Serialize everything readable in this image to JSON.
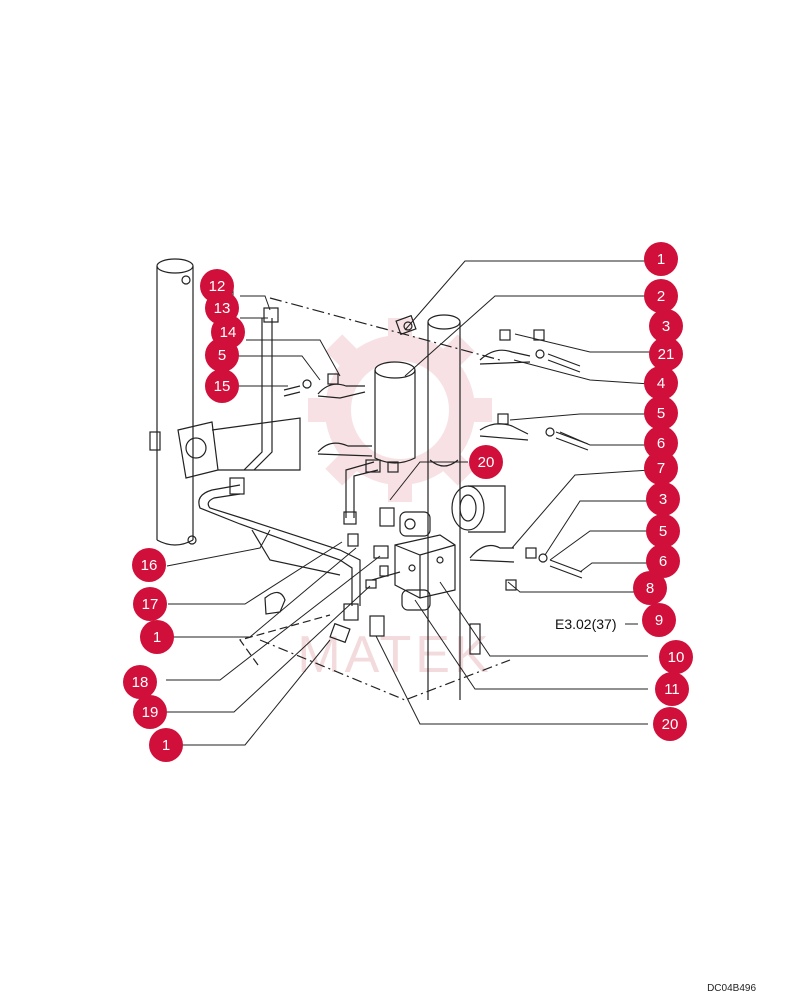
{
  "colors": {
    "callout_fill": "#d0103a",
    "callout_text": "#ffffff",
    "line": "#222222",
    "watermark": "#f2c9cf"
  },
  "icons": [
    "watermark-gear-logo"
  ],
  "watermark_text": "MATEK",
  "reference_label": "E3.02(37)",
  "doc_code": "DC04B496",
  "callouts": [
    {
      "id": "c1a",
      "label": "1"
    },
    {
      "id": "c2",
      "label": "2"
    },
    {
      "id": "c3a",
      "label": "3"
    },
    {
      "id": "c21",
      "label": "21"
    },
    {
      "id": "c4",
      "label": "4"
    },
    {
      "id": "c5a",
      "label": "5"
    },
    {
      "id": "c6a",
      "label": "6"
    },
    {
      "id": "c7",
      "label": "7"
    },
    {
      "id": "c3b",
      "label": "3"
    },
    {
      "id": "c5b",
      "label": "5"
    },
    {
      "id": "c6b",
      "label": "6"
    },
    {
      "id": "c8",
      "label": "8"
    },
    {
      "id": "c9",
      "label": "9"
    },
    {
      "id": "c10",
      "label": "10"
    },
    {
      "id": "c11",
      "label": "11"
    },
    {
      "id": "c20b",
      "label": "20"
    },
    {
      "id": "c20a",
      "label": "20"
    },
    {
      "id": "c12",
      "label": "12"
    },
    {
      "id": "c13",
      "label": "13"
    },
    {
      "id": "c14",
      "label": "14"
    },
    {
      "id": "c5c",
      "label": "5"
    },
    {
      "id": "c15",
      "label": "15"
    },
    {
      "id": "c16",
      "label": "16"
    },
    {
      "id": "c17",
      "label": "17"
    },
    {
      "id": "c1b",
      "label": "1"
    },
    {
      "id": "c18",
      "label": "18"
    },
    {
      "id": "c19",
      "label": "19"
    },
    {
      "id": "c1c",
      "label": "1"
    }
  ]
}
